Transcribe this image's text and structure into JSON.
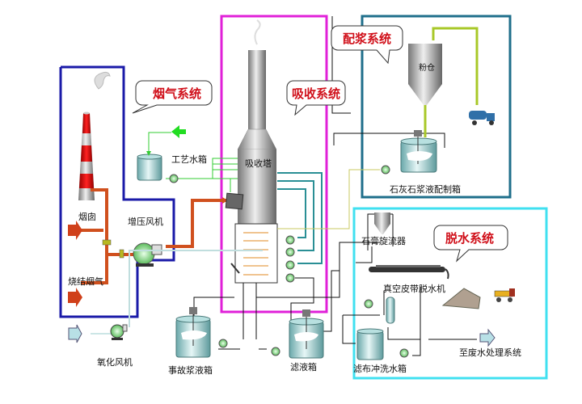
{
  "title": "石灰石-石膏湿法脱硫工艺流程图",
  "systems": {
    "flue_gas": "烟气系统",
    "absorption": "吸收系统",
    "slurry_prep": "配浆系统",
    "dewatering": "脱水系统"
  },
  "labels": {
    "chimney": "烟囱",
    "booster_fan": "增压风机",
    "sintering_gas": "烧结烟气",
    "process_water_tank": "工艺水箱",
    "absorber": "吸收塔",
    "powder_silo": "粉仓",
    "limestone_tank": "石灰石浆液配制箱",
    "gypsum_cyclone": "石膏旋流器",
    "vacuum_belt": "真空皮带脱水机",
    "cloth_wash_tank": "滤布冲洗水箱",
    "wastewater": "至废水处理系统",
    "oxidation_fan": "氧化风机",
    "emergency_tank": "事故浆液箱",
    "filtrate_tank": "滤液箱"
  },
  "colors": {
    "flue_box": "#1a1aa8",
    "absorb_box": "#e020d8",
    "slurry_box": "#1f6f8b",
    "dewater_box": "#40e0f0",
    "flue_pipe": "#d0501e",
    "water_pipe": "#33cc33",
    "slurry_pipe": "#2a8f95",
    "lime_pipe": "#a8c828",
    "callout_text": "#d0101a"
  }
}
